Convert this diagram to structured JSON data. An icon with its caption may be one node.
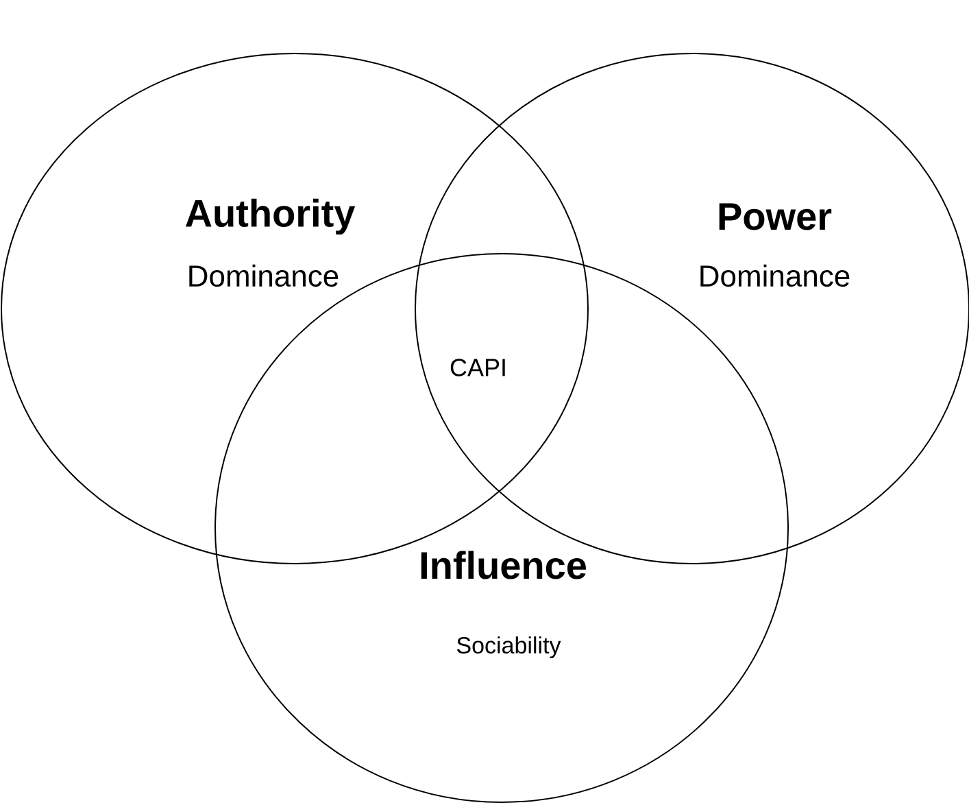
{
  "diagram": {
    "nodes": [
      {
        "text": [
          "Authority",
          "Dominance"
        ]
      },
      {
        "text": [
          "Power",
          "Dominance"
        ]
      },
      {
        "text": [
          "Influence",
          "Sociability"
        ]
      }
    ],
    "labels": [
      "CAPI"
    ]
  }
}
